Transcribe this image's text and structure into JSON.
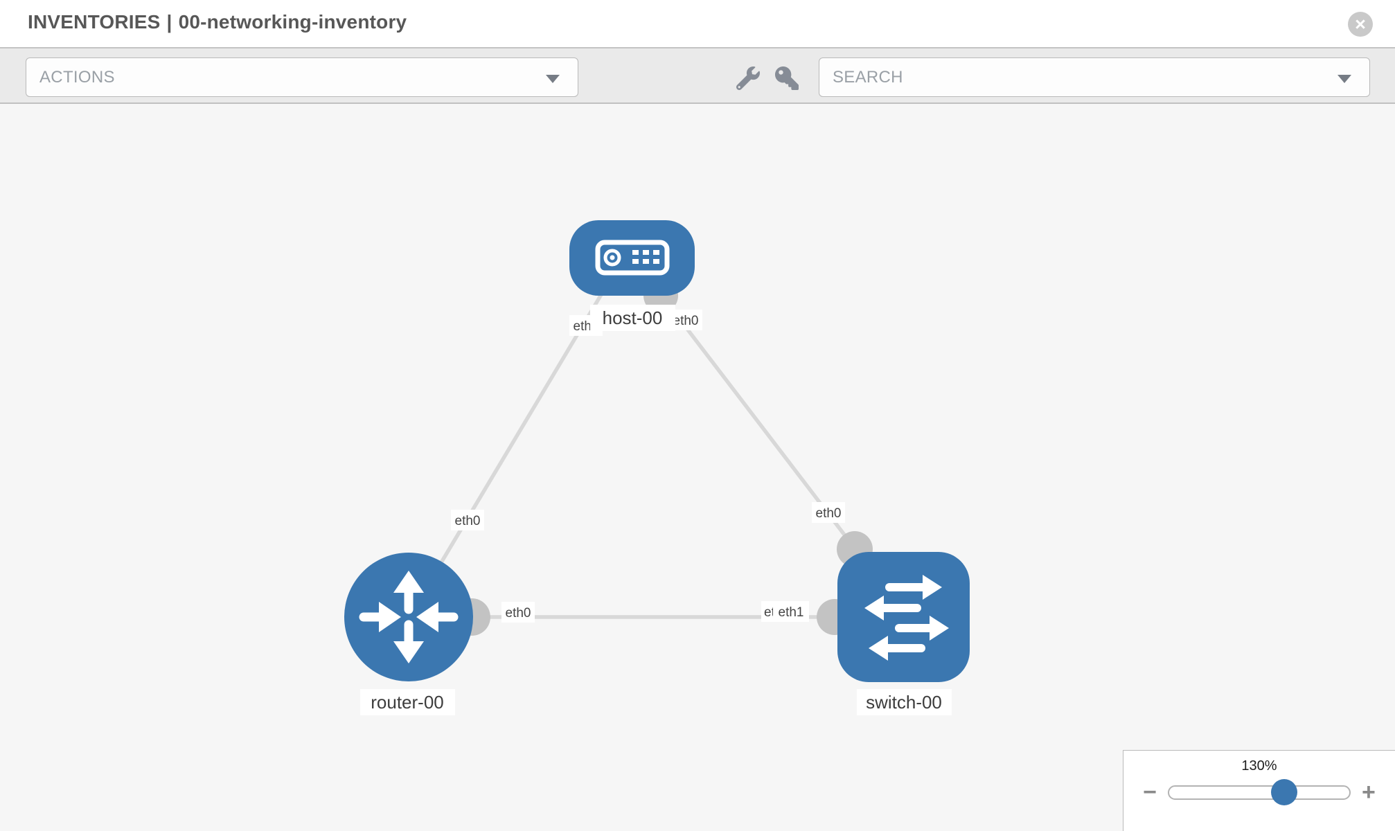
{
  "header": {
    "title_primary": "INVENTORIES",
    "title_separator": "|",
    "title_secondary": "00-networking-inventory",
    "close_glyph": "×"
  },
  "toolbar": {
    "actions_label": "ACTIONS",
    "search_placeholder": "SEARCH",
    "icons": [
      "wrench-icon",
      "key-icon"
    ]
  },
  "topology": {
    "nodes": [
      {
        "id": "host-00",
        "type": "host",
        "label": "host-00"
      },
      {
        "id": "router-00",
        "type": "router",
        "label": "router-00"
      },
      {
        "id": "switch-00",
        "type": "switch",
        "label": "switch-00"
      }
    ],
    "links": [
      {
        "source": "host-00",
        "source_interface": "eth0",
        "target": "router-00",
        "target_interface": "eth0"
      },
      {
        "source": "host-00",
        "source_interface": "eth0",
        "target": "switch-00",
        "target_interface": "eth0"
      },
      {
        "source": "router-00",
        "source_interface": "eth0",
        "target": "switch-00",
        "target_interface": "eth1"
      }
    ],
    "interface_labels": {
      "host_to_router": "eth0",
      "router_to_host": "eth0",
      "host_to_switch": "eth0",
      "switch_to_host": "eth0",
      "router_to_switch": "eth0",
      "switch_to_router": "eth1",
      "switch_to_router_under": "eth0"
    }
  },
  "zoom_control": {
    "level_text": "130%",
    "percent": 130,
    "minus_glyph": "−",
    "plus_glyph": "+"
  },
  "colors": {
    "node_blue": "#3b77b0",
    "link_gray": "#d8d8d8",
    "port_gray": "#c3c3c3",
    "canvas_bg": "#f6f6f6",
    "toolbar_bg": "#eaeaea"
  }
}
